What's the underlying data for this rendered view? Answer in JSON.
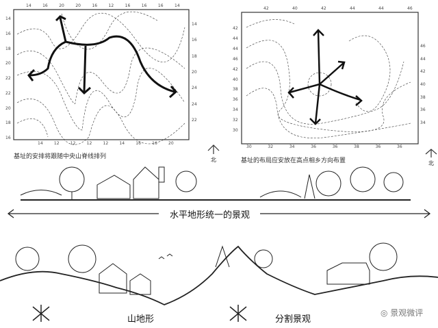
{
  "top_left_map": {
    "caption": "基址的安排将跟随中央山脊线排列",
    "north_label": "北",
    "top_ticks": [
      "14",
      "16",
      "20",
      "20",
      "16",
      "12",
      "16",
      "16",
      "16",
      "14"
    ],
    "bottom_ticks": [
      "14",
      "12",
      "12",
      "12",
      "12",
      "14",
      "16",
      "16",
      "20"
    ],
    "left_ticks": [
      "14",
      "16",
      "18",
      "20",
      "22",
      "22",
      "20",
      "18",
      "16"
    ],
    "right_ticks": [
      "14",
      "16",
      "18",
      "20",
      "24",
      "24",
      "22"
    ]
  },
  "top_right_map": {
    "caption": "基址的布局应安放在高点相乡方向布置",
    "north_label": "北",
    "top_ticks": [
      "42",
      "40",
      "42",
      "44",
      "44",
      "46"
    ],
    "bottom_ticks": [
      "30",
      "32",
      "34",
      "36",
      "36",
      "38",
      "36",
      "36"
    ],
    "left_ticks": [
      "42",
      "44",
      "44",
      "46",
      "42",
      "40",
      "38",
      "36",
      "34",
      "32",
      "30"
    ],
    "right_ticks": [
      "46",
      "44",
      "42",
      "40",
      "38",
      "36",
      "34"
    ]
  },
  "flat_section": {
    "label": "水平地形统一的景观"
  },
  "hill_section": {
    "label_left": "山地形",
    "label_right": "分割景观"
  },
  "watermark": {
    "text": "景观微评"
  }
}
